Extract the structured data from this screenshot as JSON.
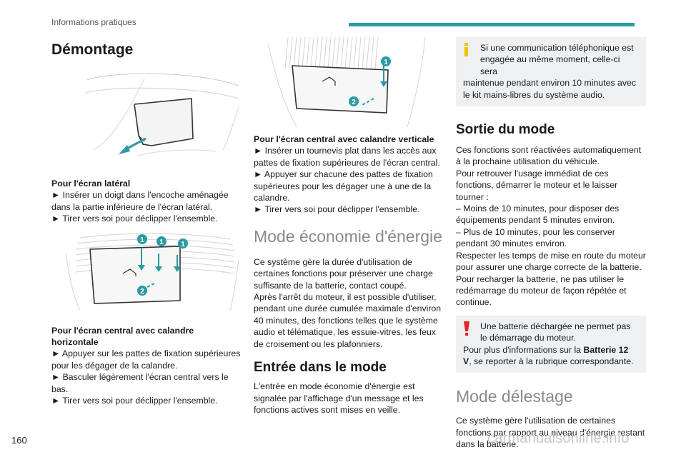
{
  "header": {
    "section": "Informations pratiques",
    "accent": "#2a9aa4"
  },
  "page_number": "160",
  "watermark": "carmanualsonline.info",
  "col1": {
    "title": "Démontage",
    "lateral": {
      "title": "Pour l'écran latéral",
      "steps": [
        "► Insérer un doigt dans l'encoche aménagée dans la partie inférieure de l'écran latéral.",
        "► Tirer vers soi pour déclipper l'ensemble."
      ]
    },
    "horizontal": {
      "title": "Pour l'écran central avec calandre horizontale",
      "steps": [
        "► Appuyer sur les pattes de fixation supérieures pour les dégager de la calandre.",
        "► Basculer légèrement l'écran central vers le bas.",
        "► Tirer vers soi pour déclipper l'ensemble."
      ]
    },
    "markers": {
      "one": "1",
      "two": "2"
    }
  },
  "col2": {
    "vertical": {
      "title": "Pour l'écran central avec calandre verticale",
      "steps": [
        "► Insérer un tournevis plat dans les accès aux pattes de fixation supérieures de l'écran central.",
        "► Appuyer sur chacune des pattes de fixation supérieures pour les dégager une à une de la calandre.",
        "► Tirer vers soi pour déclipper l'ensemble."
      ]
    },
    "eco_title": "Mode économie d'énergie",
    "eco_text": "Ce système gère la durée d'utilisation de certaines fonctions pour préserver une charge suffisante de la batterie, contact coupé.\nAprès l'arrêt du moteur, il est possible d'utiliser, pendant une durée cumulée maximale d'environ 40 minutes, des fonctions telles que le système audio et télématique, les essuie-vitres, les feux de croisement ou les plafonniers.",
    "entry_title": "Entrée dans le mode",
    "entry_text": "L'entrée en mode économie d'énergie est signalée par l'affichage d'un message et les fonctions actives sont mises en veille."
  },
  "col3": {
    "info_box": {
      "icon": "i",
      "text_first": "Si une communication téléphonique est engagée au même moment, celle-ci sera",
      "text_rest": "maintenue pendant environ 10 minutes avec le kit mains-libres du système audio."
    },
    "exit_title": "Sortie du mode",
    "exit_text": "Ces fonctions sont réactivées automatiquement à la prochaine utilisation du véhicule.\nPour retrouver l'usage immédiat de ces fonctions, démarrer le moteur et le laisser tourner :\n– Moins de 10 minutes, pour disposer des équipements pendant 5 minutes environ.\n– Plus de 10 minutes, pour les conserver pendant 30 minutes environ.\nRespecter les temps de mise en route du moteur pour assurer une charge correcte de la batterie.\nPour recharger la batterie, ne pas utiliser le redémarrage du moteur de façon répétée et continue.",
    "warn_box": {
      "icon": "!",
      "text_first": "Une batterie déchargée ne permet pas le démarrage du moteur.",
      "text_pre": "Pour plus d'informations sur la ",
      "text_bold": "Batterie 12 V",
      "text_post": ", se reporter à la rubrique correspondante."
    },
    "shed_title": "Mode délestage",
    "shed_text": "Ce système gère l'utilisation de certaines fonctions par rapport au niveau d'énergie restant dans la batterie."
  },
  "colors": {
    "teal": "#2a9aa4",
    "warning": "#e3262d",
    "info": "#f2c100",
    "box_bg": "#eef0f2"
  }
}
